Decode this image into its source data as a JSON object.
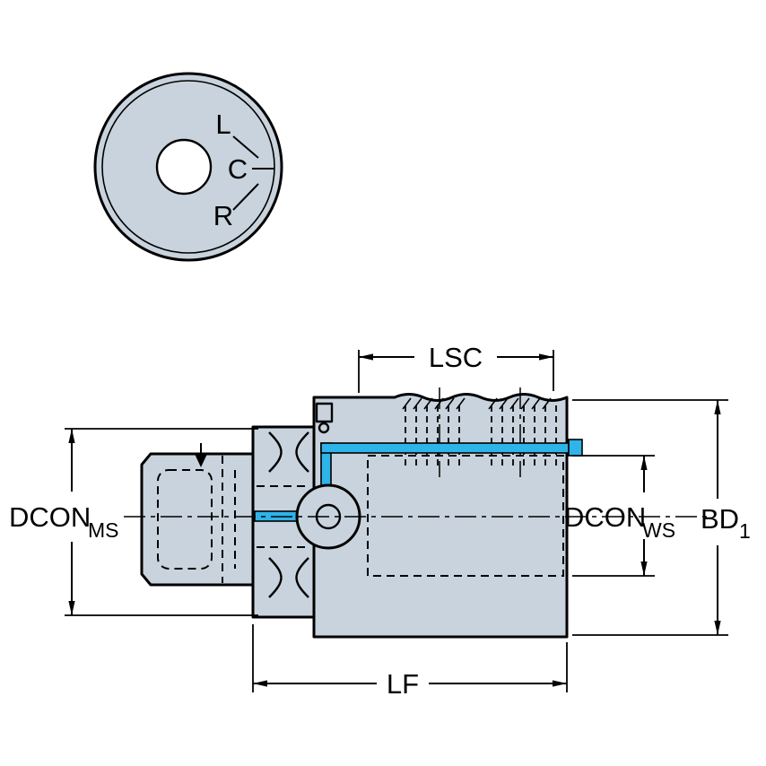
{
  "colors": {
    "body": "#c8d3dd",
    "coolant": "#2eb4e9",
    "outline": "#000000",
    "background": "#ffffff"
  },
  "front_view": {
    "label_l": "L",
    "label_c": "C",
    "label_r": "R"
  },
  "dimensions": {
    "lsc": "LSC",
    "lf": "LF",
    "dcon_ms_main": "DCON",
    "dcon_ms_sub": "MS",
    "dcon_ws_main": "DCON",
    "dcon_ws_sub": "WS",
    "bd1_main": "BD",
    "bd1_sub": "1"
  }
}
